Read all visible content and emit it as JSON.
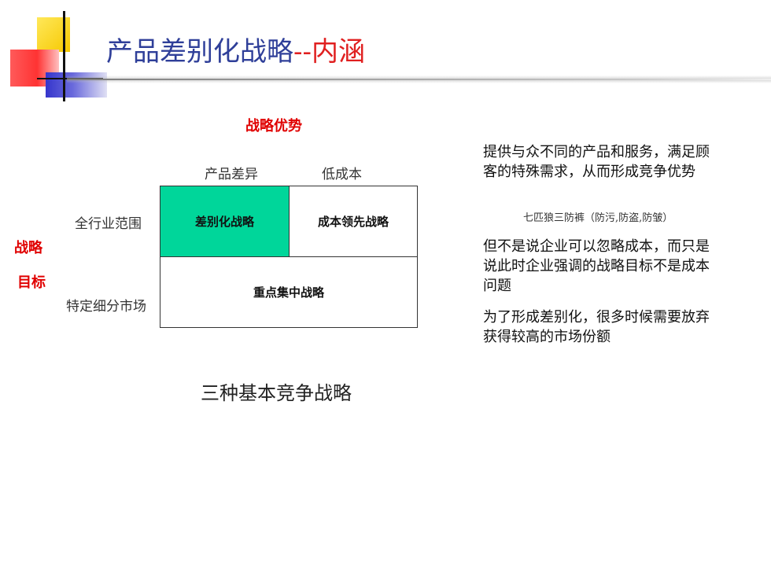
{
  "title": {
    "main": "产品差别化战略",
    "sep": "--",
    "sub": "内涵"
  },
  "matrix": {
    "top_label": "战略优势",
    "side_label_1": "战略",
    "side_label_2": "目标",
    "col_headers": [
      "产品差异",
      "低成本"
    ],
    "row_headers": [
      "全行业范围",
      "特定细分市场"
    ],
    "cells": {
      "differentiation": "差别化战略",
      "cost_leadership": "成本领先战略",
      "focus": "重点集中战略"
    },
    "highlight_color": "#00d69a",
    "caption": "三种基本竞争战略"
  },
  "notes": {
    "p1": "提供与众不同的产品和服务，满足顾客的特殊需求，从而形成竞争优势",
    "example": "七匹狼三防裤（防污,防盗,防皱）",
    "p2": "但不是说企业可以忽略成本，而只是说此时企业强调的战略目标不是成本问题",
    "p3": "为了形成差别化，很多时候需要放弃获得较高的市场份额"
  },
  "colors": {
    "title": "#2f3f99",
    "accent": "#e02020",
    "label_red": "#e00000"
  }
}
